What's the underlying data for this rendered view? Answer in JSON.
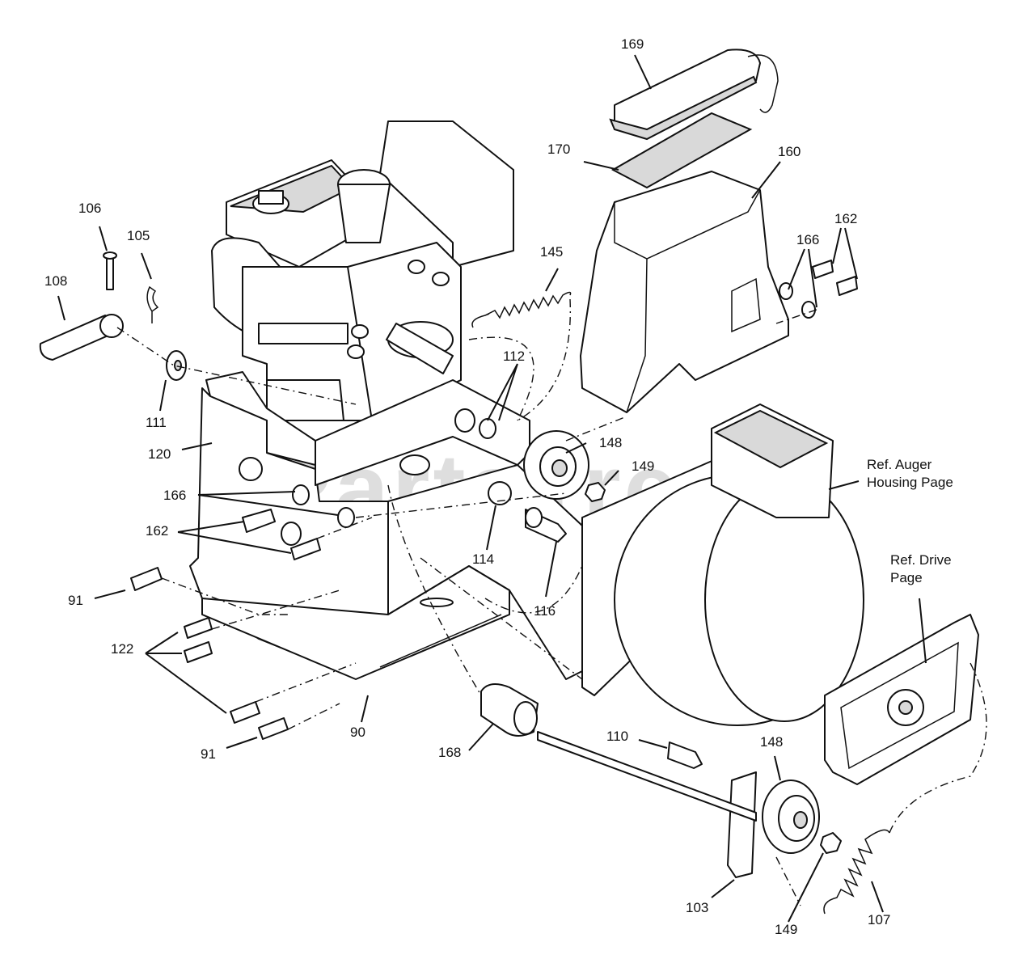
{
  "watermark": "PartsTree",
  "callouts": [
    {
      "id": "c169",
      "text": "169"
    },
    {
      "id": "c170",
      "text": "170"
    },
    {
      "id": "c160",
      "text": "160"
    },
    {
      "id": "c162a",
      "text": "162"
    },
    {
      "id": "c166a",
      "text": "166"
    },
    {
      "id": "c106",
      "text": "106"
    },
    {
      "id": "c105",
      "text": "105"
    },
    {
      "id": "c108",
      "text": "108"
    },
    {
      "id": "c145",
      "text": "145"
    },
    {
      "id": "c111",
      "text": "111"
    },
    {
      "id": "c112",
      "text": "112"
    },
    {
      "id": "c120",
      "text": "120"
    },
    {
      "id": "c148a",
      "text": "148"
    },
    {
      "id": "c149a",
      "text": "149"
    },
    {
      "id": "c166b",
      "text": "166"
    },
    {
      "id": "c162b",
      "text": "162"
    },
    {
      "id": "c114",
      "text": "114"
    },
    {
      "id": "c116",
      "text": "116"
    },
    {
      "id": "c91a",
      "text": "91"
    },
    {
      "id": "c122",
      "text": "122"
    },
    {
      "id": "c91b",
      "text": "91"
    },
    {
      "id": "c90",
      "text": "90"
    },
    {
      "id": "c168",
      "text": "168"
    },
    {
      "id": "c110",
      "text": "110"
    },
    {
      "id": "c148b",
      "text": "148"
    },
    {
      "id": "c103",
      "text": "103"
    },
    {
      "id": "c149b",
      "text": "149"
    },
    {
      "id": "c107",
      "text": "107"
    }
  ],
  "references": {
    "auger_line1": "Ref. Auger",
    "auger_line2": "Housing Page",
    "drive_line1": "Ref. Drive",
    "drive_line2": "Page"
  }
}
